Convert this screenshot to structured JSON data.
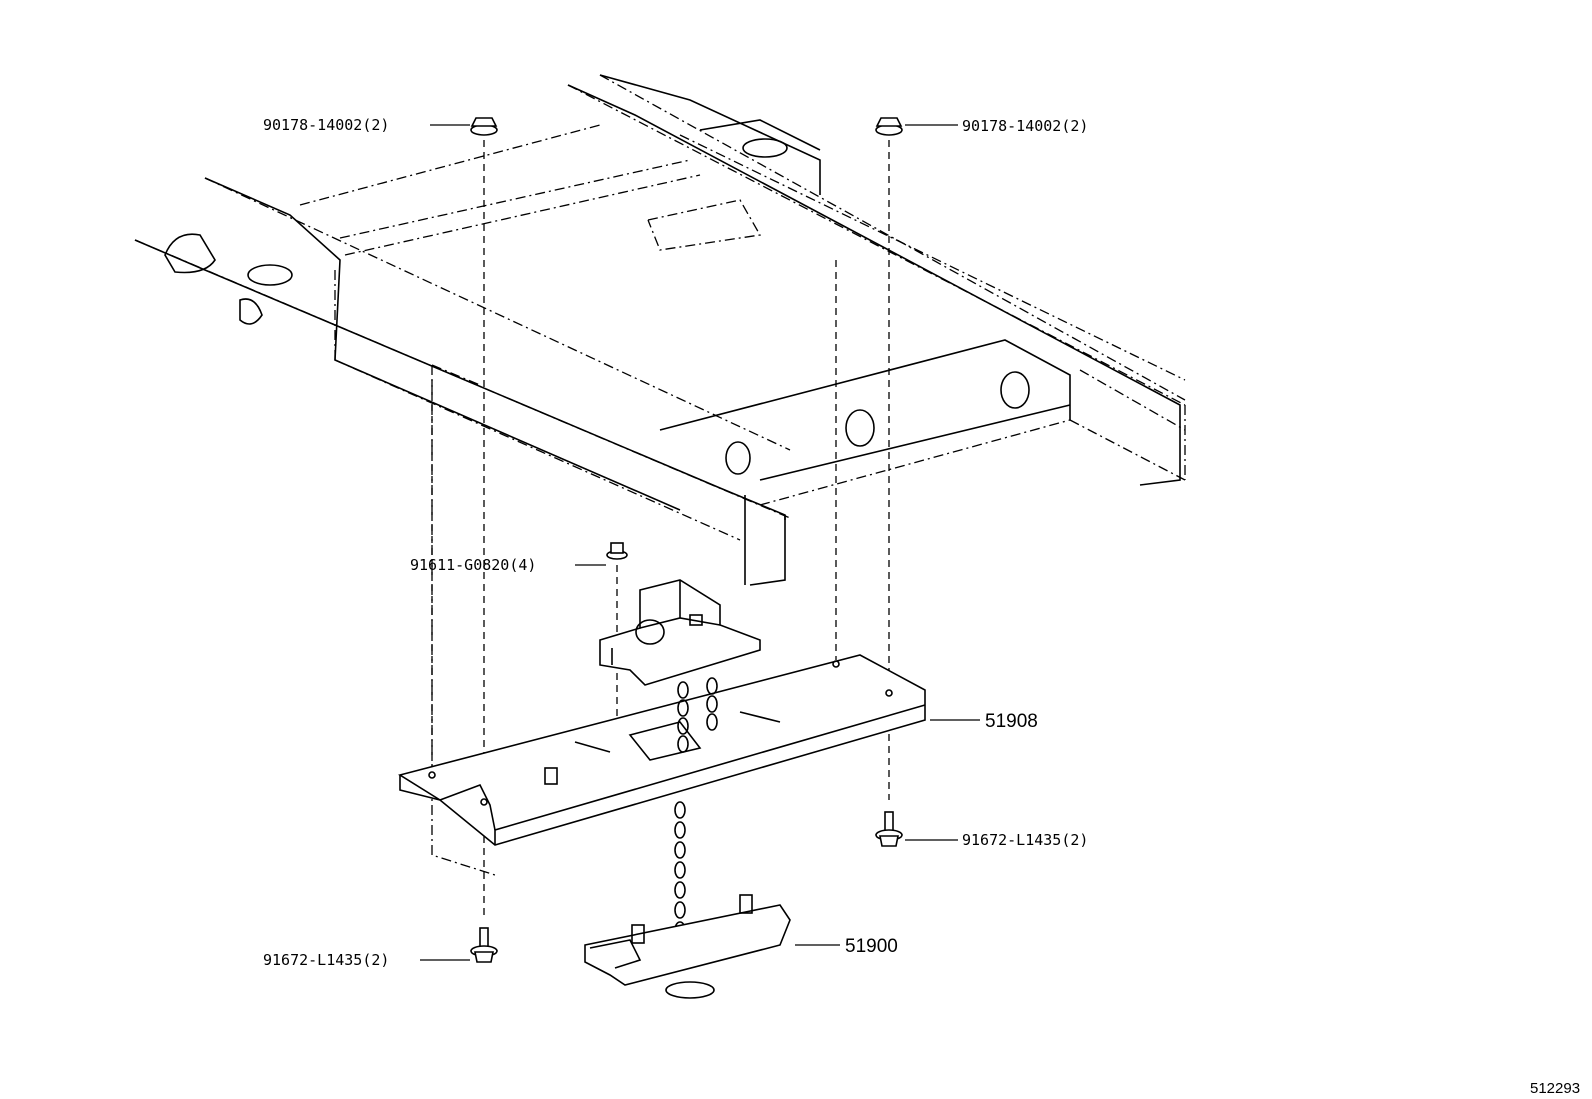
{
  "parts": [
    {
      "id": "bolt-top-left",
      "label": "90178-14002(2)"
    },
    {
      "id": "bolt-top-right",
      "label": "90178-14002(2)"
    },
    {
      "id": "screw-center",
      "label": "91611-G0820(4)"
    },
    {
      "id": "carrier-plate",
      "label": "51908"
    },
    {
      "id": "bolt-bottom-right",
      "label": "91672-L1435(2)"
    },
    {
      "id": "bolt-bottom-left",
      "label": "91672-L1435(2)"
    },
    {
      "id": "hanger-assembly",
      "label": "51900"
    }
  ],
  "figure_number": "512293"
}
